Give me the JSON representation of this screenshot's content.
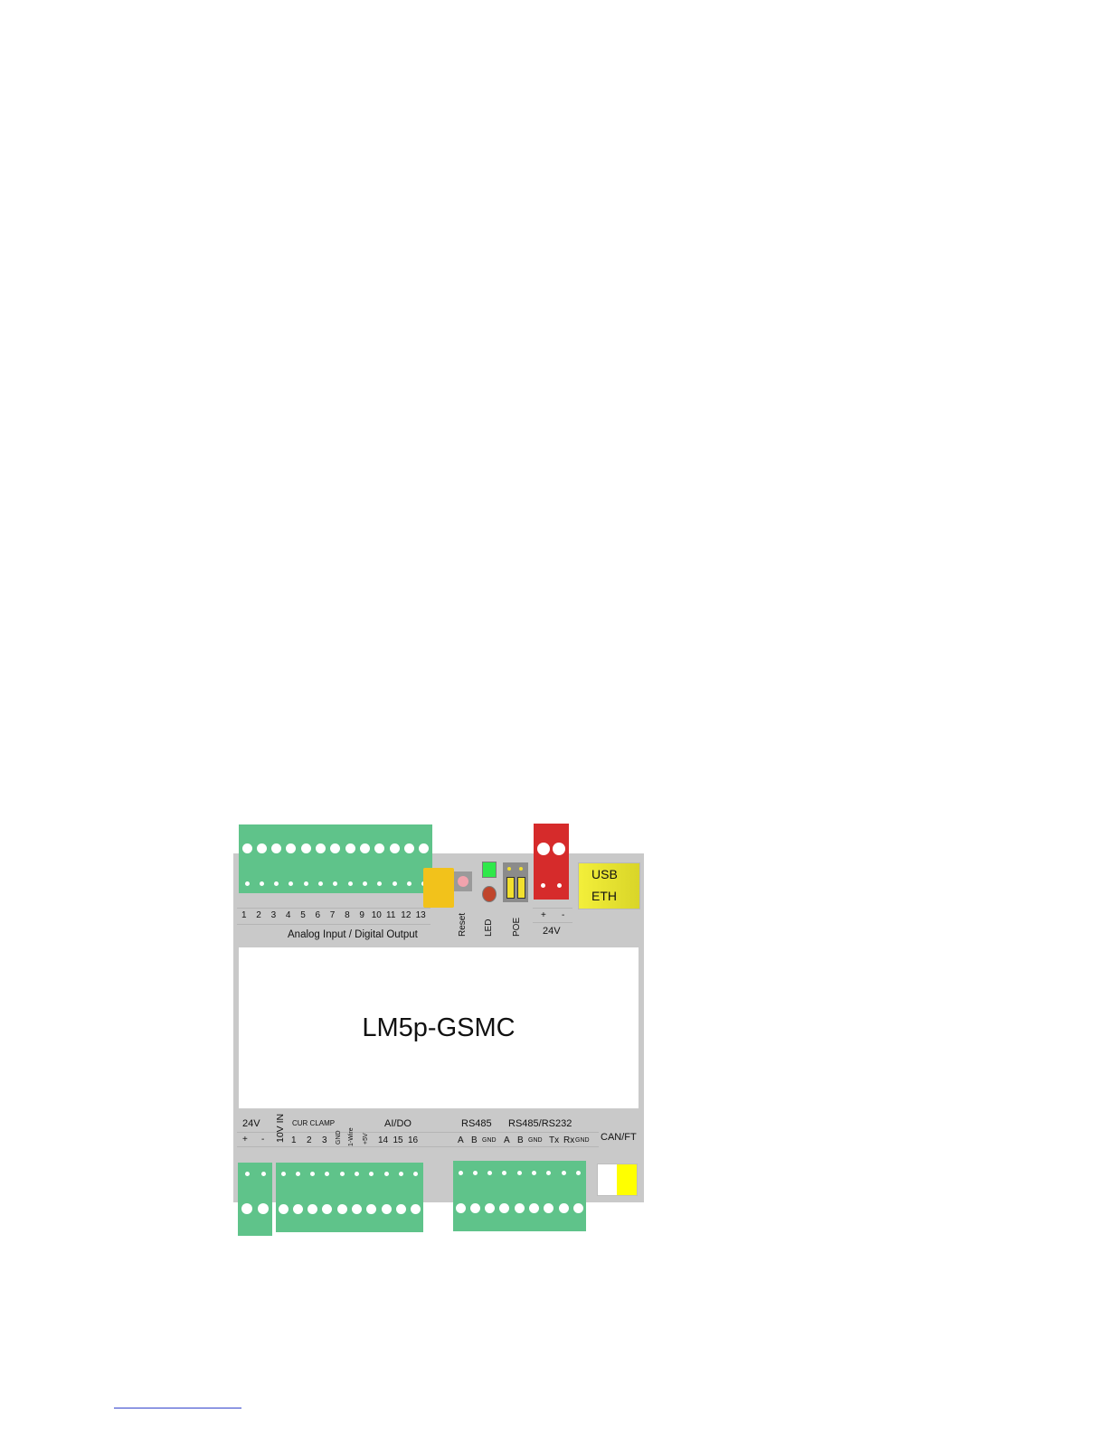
{
  "device": {
    "model": "LM5p-GSMC",
    "top": {
      "terminal_numbers": [
        "1",
        "2",
        "3",
        "4",
        "5",
        "6",
        "7",
        "8",
        "9",
        "10",
        "11",
        "12",
        "13"
      ],
      "terminal_group_label": "Analog Input / Digital Output",
      "reset_label": "Reset",
      "led_label": "LED",
      "poe_label": "POE",
      "power_plus": "+",
      "power_minus": "-",
      "power_label": "24V",
      "usb_label": "USB",
      "eth_label": "ETH"
    },
    "bottom": {
      "power_label": "24V",
      "power_plus": "+",
      "power_minus": "-",
      "v10_label": "10V IN",
      "curclamp_label": "CUR CLAMP",
      "curclamp_numbers": [
        "1",
        "2",
        "3"
      ],
      "gnd_label": "GND",
      "onewire_label": "1-Wire",
      "plus5v_label": "+5V",
      "aido_label": "AI/DO",
      "aido_numbers": [
        "14",
        "15",
        "16"
      ],
      "rs485_label": "RS485",
      "rs485_pins": [
        "A",
        "B",
        "GND"
      ],
      "rs485_232_label": "RS485/RS232",
      "rs485_232_pins": [
        "A",
        "B",
        "GND",
        "Tx",
        "Rx",
        "GND"
      ],
      "canft_label": "CAN/FT"
    },
    "colors": {
      "housing": "#c9c9c9",
      "terminal_green": "#5fc38a",
      "power_connector_red": "#d62b2b",
      "reset_yellow": "#f2c21b",
      "usb_eth_yellow": "#e6e22e",
      "led_green": "#2ee84a",
      "led_red": "#c0452b",
      "canft_yellow": "#ffff00"
    }
  }
}
